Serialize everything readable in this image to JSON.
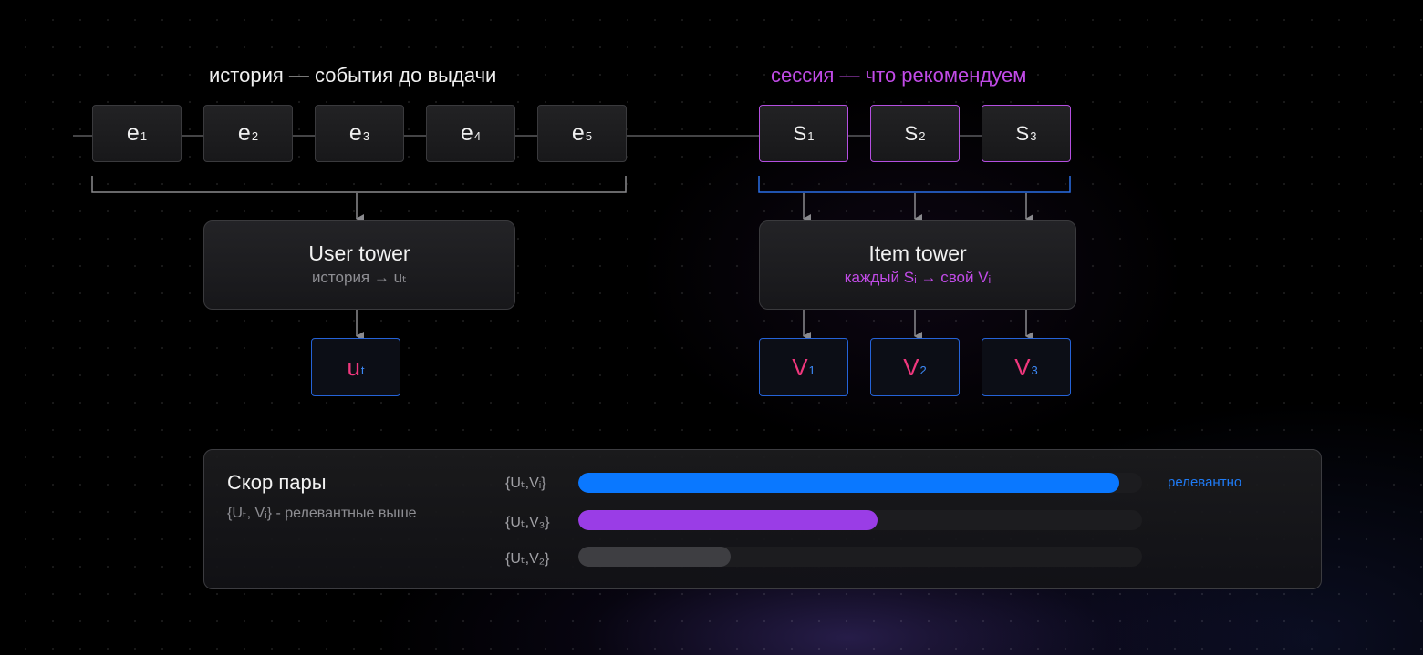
{
  "history_label": "история — события до выдачи",
  "session_label": "сессия — что рекомендуем",
  "history_events": [
    {
      "base": "e",
      "sub": "1"
    },
    {
      "base": "e",
      "sub": "2"
    },
    {
      "base": "e",
      "sub": "3"
    },
    {
      "base": "e",
      "sub": "4"
    },
    {
      "base": "e",
      "sub": "5"
    }
  ],
  "session_items": [
    {
      "base": "S",
      "sub": "1"
    },
    {
      "base": "S",
      "sub": "2"
    },
    {
      "base": "S",
      "sub": "3"
    }
  ],
  "user_tower": {
    "title": "User tower",
    "subtitle": "история → uₜ"
  },
  "item_tower": {
    "title": "Item tower",
    "subtitle": "каждый Sᵢ → свой Vᵢ"
  },
  "user_vector": {
    "base": "u",
    "sub": "t"
  },
  "item_vectors": [
    {
      "base": "V",
      "sub": "1"
    },
    {
      "base": "V",
      "sub": "2"
    },
    {
      "base": "V",
      "sub": "3"
    }
  ],
  "score_panel": {
    "title": "Скор пары",
    "subtitle": "{Uₜ, Vᵢ} - релевантные выше",
    "rows": [
      {
        "label": "{Uₜ,Vᵢ}",
        "value": 0.96,
        "color": "#0a78ff",
        "note": "релевантно"
      },
      {
        "label": "{Uₜ,V₃}",
        "value": 0.53,
        "color": "#9a3de6",
        "note": ""
      },
      {
        "label": "{Uₜ,V₂}",
        "value": 0.27,
        "color": "#3e3e42",
        "note": ""
      }
    ]
  },
  "colors": {
    "accent_purple": "#c24be8",
    "accent_blue": "#2f7bf2",
    "vector_pink": "#f0377d",
    "note_blue": "#1f7bf5"
  }
}
